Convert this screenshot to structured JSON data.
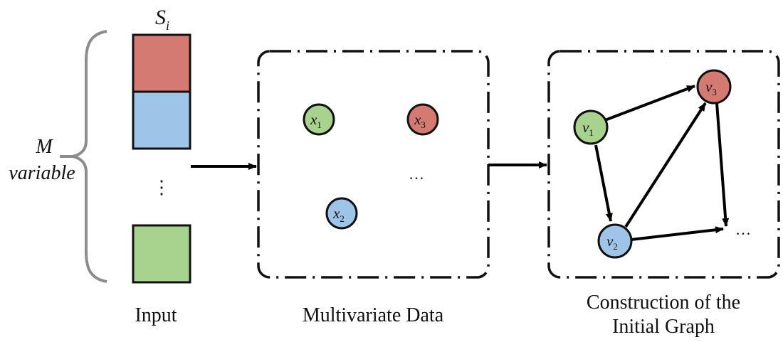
{
  "input": {
    "si_base": "S",
    "si_sub": "i",
    "m_label": "M",
    "variable_label": "variable",
    "dots": "⋮",
    "caption": "Input",
    "colors": {
      "red": "#D57A72",
      "blue": "#9EC4E8",
      "green": "#A8D38E"
    }
  },
  "multivariate": {
    "caption": "Multivariate Data",
    "ellipsis": "…",
    "nodes": [
      {
        "base": "x",
        "sub": "1",
        "color": "#A8D38E"
      },
      {
        "base": "x",
        "sub": "3",
        "color": "#D57A72"
      },
      {
        "base": "x",
        "sub": "2",
        "color": "#9EC4E8"
      }
    ]
  },
  "graph": {
    "caption_line1": "Construction of the",
    "caption_line2": "Initial Graph",
    "ellipsis": "…",
    "nodes": [
      {
        "base": "v",
        "sub": "1",
        "color": "#A8D38E"
      },
      {
        "base": "v",
        "sub": "3",
        "color": "#D57A72"
      },
      {
        "base": "v",
        "sub": "2",
        "color": "#9EC4E8"
      }
    ]
  }
}
